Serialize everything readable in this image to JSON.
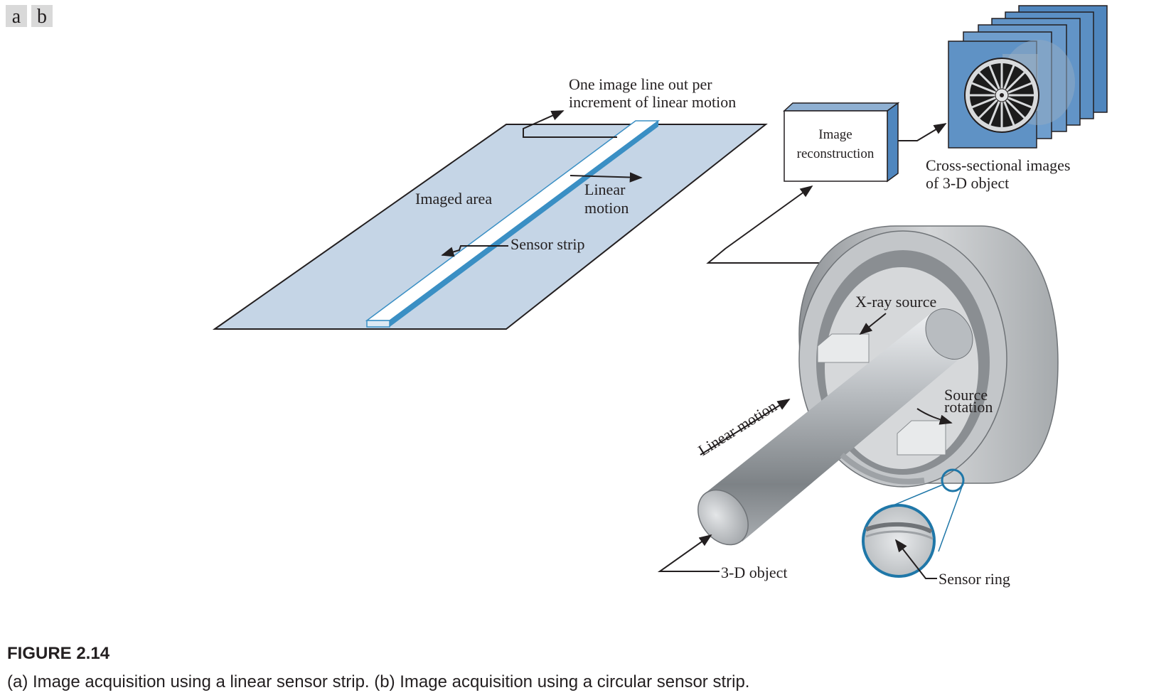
{
  "panel_tags": {
    "a": "a",
    "b": "b"
  },
  "panel_a": {
    "image_line_label_1": "One image line out per",
    "image_line_label_2": "increment of linear motion",
    "imaged_area": "Imaged area",
    "linear_motion_1": "Linear",
    "linear_motion_2": "motion",
    "sensor_strip": "Sensor strip"
  },
  "panel_b": {
    "reconstruction_1": "Image",
    "reconstruction_2": "reconstruction",
    "cross_sections_1": "Cross-sectional images",
    "cross_sections_2": "of 3-D object",
    "xray_source": "X-ray source",
    "source_rotation_1": "Source",
    "source_rotation_2": "rotation",
    "linear_motion": "Linear motion",
    "object_3d": "3-D object",
    "sensor_ring": "Sensor ring"
  },
  "caption": {
    "number": "FIGURE 2.14",
    "text": "(a) Image acquisition using a linear sensor strip. (b) Image acquisition using a circular sensor strip."
  },
  "colors": {
    "plate_fill": "#c5d5e6",
    "strip_blue": "#3a8fc4",
    "slice_blue": "#4f86be",
    "ring_gray": "#b9bcbf",
    "zoom_ring": "#1f77a8"
  }
}
